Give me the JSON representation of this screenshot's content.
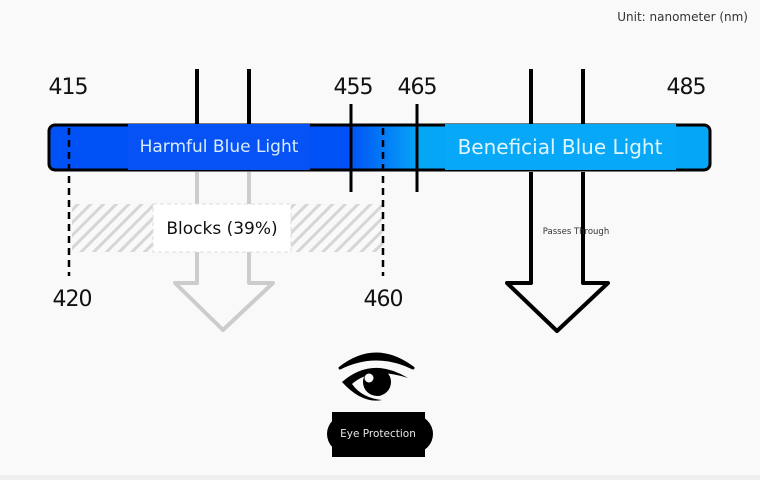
{
  "unit_note": "Unit: nanometer (nm)",
  "scale": {
    "top_labels": [
      "415",
      "455",
      "465",
      "485"
    ],
    "bottom_labels": [
      "420",
      "460"
    ]
  },
  "spectrum_bar": {
    "harmful_label": "Harmful Blue Light",
    "beneficial_label": "Beneficial Blue Light",
    "harmful_color": "#0052f6",
    "beneficial_color": "#06a6f6"
  },
  "block_region": {
    "label": "Blocks (39%)",
    "range_nm": [
      420,
      460
    ],
    "percent": 39
  },
  "pass_region": {
    "label": "Passes Through"
  },
  "eye": {
    "icon": "eye-icon",
    "label": "Eye Protection"
  },
  "colors": {
    "blocked_arrow": "#cccccc",
    "pass_arrow": "#000000",
    "background": "#f9f9f9"
  }
}
